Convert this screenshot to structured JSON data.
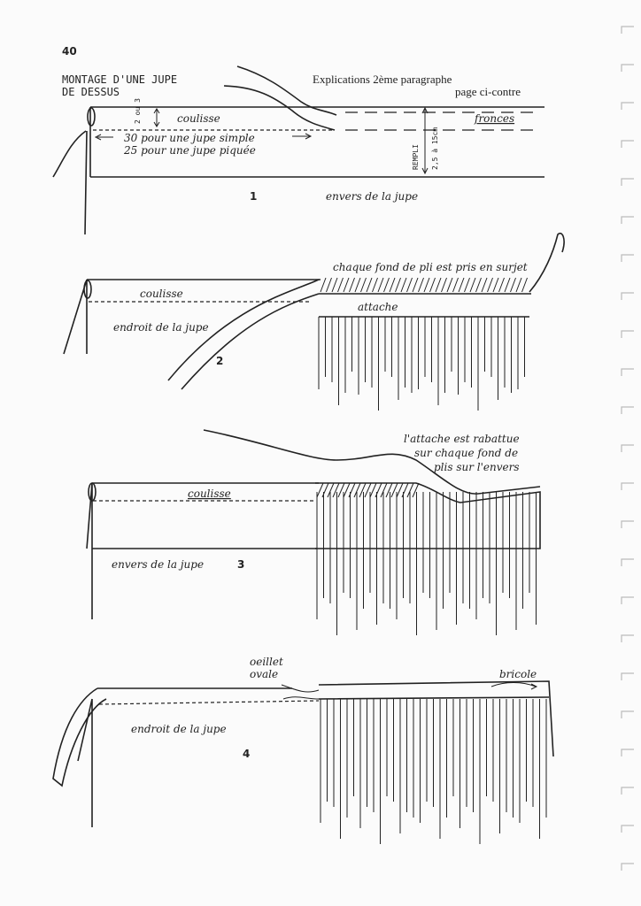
{
  "page_number": "40",
  "title_line1": "MONTAGE D'UNE JUPE",
  "title_line2": "DE DESSUS",
  "note_line1": "Explications 2ème paragraphe",
  "note_line2": "page ci-contre",
  "fig1": {
    "number": "1",
    "depth_label": "2 ou 3",
    "coulisse": "coulisse",
    "length_simple": "30 pour une jupe simple",
    "length_piquee": "25 pour une jupe piquée",
    "fronces": "fronces",
    "rempli": "REMPLI",
    "rempli_range": "2,5 à 15cm",
    "side_label": "envers de la jupe"
  },
  "fig2": {
    "number": "2",
    "surjet_note": "chaque fond de pli est pris en surjet",
    "coulisse": "coulisse",
    "attache": "attache",
    "side_label": "endroit de la jupe"
  },
  "fig3": {
    "number": "3",
    "note_line1": "l'attache est rabattue",
    "note_line2": "sur chaque fond de",
    "note_line3": "plis sur l'envers",
    "coulisse": "coulisse",
    "side_label": "envers de la jupe"
  },
  "fig4": {
    "number": "4",
    "oeillet_line1": "oeillet",
    "oeillet_line2": "ovale",
    "bricole": "bricole",
    "side_label": "endroit de la jupe"
  }
}
